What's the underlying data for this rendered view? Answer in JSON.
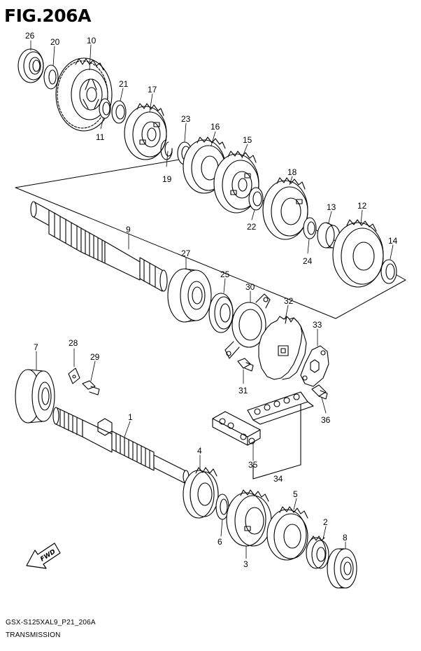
{
  "header": {
    "title": "FIG.206A"
  },
  "footer": {
    "code": "GSX-S125XAL9_P21_206A",
    "name": "TRANSMISSION"
  },
  "fwd_label": "FWD",
  "callouts": {
    "n1": "1",
    "n2": "2",
    "n3": "3",
    "n4": "4",
    "n5": "5",
    "n6": "6",
    "n7": "7",
    "n8": "8",
    "n9": "9",
    "n10": "10",
    "n11": "11",
    "n12": "12",
    "n13": "13",
    "n14": "14",
    "n15": "15",
    "n16": "16",
    "n17": "17",
    "n18": "18",
    "n19": "19",
    "n20": "20",
    "n21": "21",
    "n22": "22",
    "n23": "23",
    "n24": "24",
    "n25": "25",
    "n26": "26",
    "n27": "27",
    "n28": "28",
    "n29": "29",
    "n30": "30",
    "n31": "31",
    "n32": "32",
    "n33": "33",
    "n34": "34",
    "n35": "35",
    "n36": "36"
  }
}
